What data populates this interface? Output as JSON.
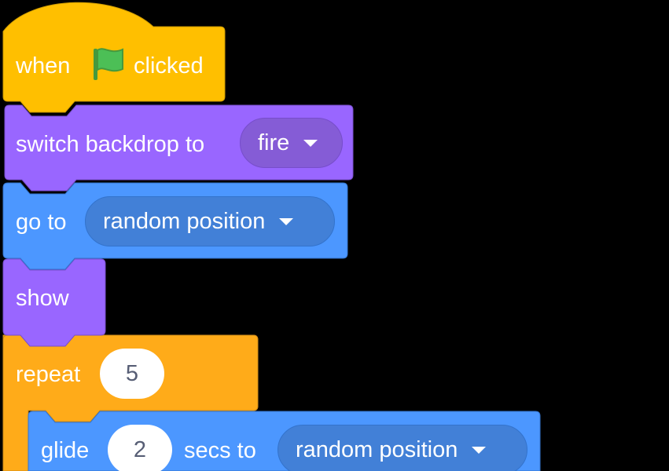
{
  "script": {
    "hat": {
      "word_when": "when",
      "word_clicked": "clicked",
      "icon": "green-flag-icon"
    },
    "switch_backdrop": {
      "label": "switch backdrop to",
      "value": "fire"
    },
    "go_to": {
      "label": "go to",
      "value": "random position"
    },
    "show": {
      "label": "show"
    },
    "repeat": {
      "label": "repeat",
      "count": "5"
    },
    "glide": {
      "label": "glide",
      "secs": "2",
      "label_mid": "secs to",
      "value": "random position"
    }
  },
  "colors": {
    "events": "#ffbf00",
    "looks": "#9966ff",
    "looks_dropdown": "#855cd6",
    "motion": "#4c97ff",
    "motion_dropdown": "#4280d7",
    "control": "#ffab19",
    "number_text": "#575e75"
  }
}
